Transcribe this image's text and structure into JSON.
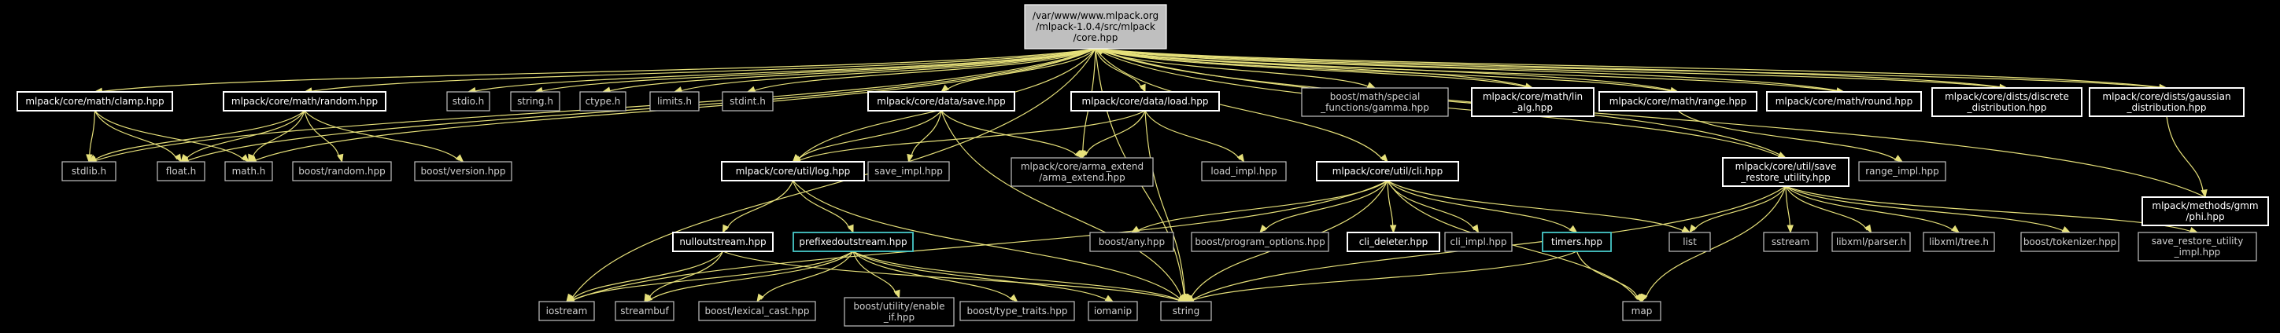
{
  "diagram": {
    "nodes": [
      {
        "id": "core",
        "lines": [
          "/var/www/www.mlpack.org",
          "/mlpack-1.0.4/src/mlpack",
          "/core.hpp"
        ],
        "style": "root"
      },
      {
        "id": "clamp",
        "lines": [
          "mlpack/core/math/clamp.hpp"
        ],
        "style": "strong"
      },
      {
        "id": "random",
        "lines": [
          "mlpack/core/math/random.hpp"
        ],
        "style": "strong"
      },
      {
        "id": "stdio",
        "lines": [
          "stdio.h"
        ],
        "style": "normal"
      },
      {
        "id": "string_h",
        "lines": [
          "string.h"
        ],
        "style": "normal"
      },
      {
        "id": "ctype",
        "lines": [
          "ctype.h"
        ],
        "style": "normal"
      },
      {
        "id": "limits",
        "lines": [
          "limits.h"
        ],
        "style": "normal"
      },
      {
        "id": "stdint",
        "lines": [
          "stdint.h"
        ],
        "style": "normal"
      },
      {
        "id": "save",
        "lines": [
          "mlpack/core/data/save.hpp"
        ],
        "style": "strong"
      },
      {
        "id": "load",
        "lines": [
          "mlpack/core/data/load.hpp"
        ],
        "style": "strong"
      },
      {
        "id": "gamma",
        "lines": [
          "boost/math/special",
          "_functions/gamma.hpp"
        ],
        "style": "normal"
      },
      {
        "id": "linalg",
        "lines": [
          "mlpack/core/math/lin",
          "_alg.hpp"
        ],
        "style": "strong"
      },
      {
        "id": "range",
        "lines": [
          "mlpack/core/math/range.hpp"
        ],
        "style": "strong"
      },
      {
        "id": "round",
        "lines": [
          "mlpack/core/math/round.hpp"
        ],
        "style": "strong"
      },
      {
        "id": "discrete",
        "lines": [
          "mlpack/core/dists/discrete",
          "_distribution.hpp"
        ],
        "style": "strong"
      },
      {
        "id": "gaussian",
        "lines": [
          "mlpack/core/dists/gaussian",
          "_distribution.hpp"
        ],
        "style": "strong"
      },
      {
        "id": "stdlib",
        "lines": [
          "stdlib.h"
        ],
        "style": "normal"
      },
      {
        "id": "float",
        "lines": [
          "float.h"
        ],
        "style": "normal"
      },
      {
        "id": "math",
        "lines": [
          "math.h"
        ],
        "style": "normal"
      },
      {
        "id": "brandom",
        "lines": [
          "boost/random.hpp"
        ],
        "style": "normal"
      },
      {
        "id": "bversion",
        "lines": [
          "boost/version.hpp"
        ],
        "style": "normal"
      },
      {
        "id": "log",
        "lines": [
          "mlpack/core/util/log.hpp"
        ],
        "style": "strong"
      },
      {
        "id": "saveimpl",
        "lines": [
          "save_impl.hpp"
        ],
        "style": "normal"
      },
      {
        "id": "armaext",
        "lines": [
          "mlpack/core/arma_extend",
          "/arma_extend.hpp"
        ],
        "style": "normal"
      },
      {
        "id": "loadimpl",
        "lines": [
          "load_impl.hpp"
        ],
        "style": "normal"
      },
      {
        "id": "cli",
        "lines": [
          "mlpack/core/util/cli.hpp"
        ],
        "style": "strong"
      },
      {
        "id": "saverestore",
        "lines": [
          "mlpack/core/util/save",
          "_restore_utility.hpp"
        ],
        "style": "strong"
      },
      {
        "id": "rangeimpl",
        "lines": [
          "range_impl.hpp"
        ],
        "style": "normal"
      },
      {
        "id": "phi",
        "lines": [
          "mlpack/methods/gmm",
          "/phi.hpp"
        ],
        "style": "strong"
      },
      {
        "id": "nullout",
        "lines": [
          "nulloutstream.hpp"
        ],
        "style": "strong"
      },
      {
        "id": "prefixed",
        "lines": [
          "prefixedoutstream.hpp"
        ],
        "style": "cyan"
      },
      {
        "id": "bany",
        "lines": [
          "boost/any.hpp"
        ],
        "style": "normal"
      },
      {
        "id": "bpo",
        "lines": [
          "boost/program_options.hpp"
        ],
        "style": "normal"
      },
      {
        "id": "clidel",
        "lines": [
          "cli_deleter.hpp"
        ],
        "style": "strong"
      },
      {
        "id": "cliimpl",
        "lines": [
          "cli_impl.hpp"
        ],
        "style": "normal"
      },
      {
        "id": "timers",
        "lines": [
          "timers.hpp"
        ],
        "style": "cyan"
      },
      {
        "id": "list",
        "lines": [
          "list"
        ],
        "style": "normal"
      },
      {
        "id": "sstream",
        "lines": [
          "sstream"
        ],
        "style": "normal"
      },
      {
        "id": "parser",
        "lines": [
          "libxml/parser.h"
        ],
        "style": "normal"
      },
      {
        "id": "tree",
        "lines": [
          "libxml/tree.h"
        ],
        "style": "normal"
      },
      {
        "id": "tokenizer",
        "lines": [
          "boost/tokenizer.hpp"
        ],
        "style": "normal"
      },
      {
        "id": "srimpl",
        "lines": [
          "save_restore_utility",
          "_impl.hpp"
        ],
        "style": "normal"
      },
      {
        "id": "iostream",
        "lines": [
          "iostream"
        ],
        "style": "normal"
      },
      {
        "id": "streambuf",
        "lines": [
          "streambuf"
        ],
        "style": "normal"
      },
      {
        "id": "lexcast",
        "lines": [
          "boost/lexical_cast.hpp"
        ],
        "style": "normal"
      },
      {
        "id": "enableif",
        "lines": [
          "boost/utility/enable",
          "_if.hpp"
        ],
        "style": "normal"
      },
      {
        "id": "typetraits",
        "lines": [
          "boost/type_traits.hpp"
        ],
        "style": "normal"
      },
      {
        "id": "iomanip",
        "lines": [
          "iomanip"
        ],
        "style": "normal"
      },
      {
        "id": "string",
        "lines": [
          "string"
        ],
        "style": "normal"
      },
      {
        "id": "map",
        "lines": [
          "map"
        ],
        "style": "normal"
      }
    ],
    "edges": [
      [
        "core",
        "clamp"
      ],
      [
        "core",
        "random"
      ],
      [
        "core",
        "stdio"
      ],
      [
        "core",
        "string_h"
      ],
      [
        "core",
        "ctype"
      ],
      [
        "core",
        "limits"
      ],
      [
        "core",
        "stdint"
      ],
      [
        "core",
        "save"
      ],
      [
        "core",
        "load"
      ],
      [
        "core",
        "gamma"
      ],
      [
        "core",
        "linalg"
      ],
      [
        "core",
        "range"
      ],
      [
        "core",
        "round"
      ],
      [
        "core",
        "discrete"
      ],
      [
        "core",
        "gaussian"
      ],
      [
        "core",
        "stdlib"
      ],
      [
        "core",
        "float"
      ],
      [
        "core",
        "math"
      ],
      [
        "core",
        "log"
      ],
      [
        "core",
        "armaext"
      ],
      [
        "core",
        "cli"
      ],
      [
        "core",
        "saverestore"
      ],
      [
        "core",
        "iostream"
      ],
      [
        "core",
        "string"
      ],
      [
        "clamp",
        "stdlib"
      ],
      [
        "clamp",
        "float"
      ],
      [
        "clamp",
        "math"
      ],
      [
        "random",
        "stdlib"
      ],
      [
        "random",
        "float"
      ],
      [
        "random",
        "math"
      ],
      [
        "random",
        "brandom"
      ],
      [
        "random",
        "bversion"
      ],
      [
        "save",
        "log"
      ],
      [
        "save",
        "saveimpl"
      ],
      [
        "save",
        "armaext"
      ],
      [
        "save",
        "string"
      ],
      [
        "load",
        "log"
      ],
      [
        "load",
        "armaext"
      ],
      [
        "load",
        "loadimpl"
      ],
      [
        "load",
        "string"
      ],
      [
        "linalg",
        "core"
      ],
      [
        "range",
        "core"
      ],
      [
        "range",
        "rangeimpl"
      ],
      [
        "round",
        "core"
      ],
      [
        "discrete",
        "core"
      ],
      [
        "gaussian",
        "core"
      ],
      [
        "gaussian",
        "phi"
      ],
      [
        "phi",
        "core"
      ],
      [
        "log",
        "nullout"
      ],
      [
        "log",
        "prefixed"
      ],
      [
        "log",
        "string"
      ],
      [
        "cli",
        "bany"
      ],
      [
        "cli",
        "bpo"
      ],
      [
        "cli",
        "clidel"
      ],
      [
        "cli",
        "cliimpl"
      ],
      [
        "cli",
        "timers"
      ],
      [
        "cli",
        "list"
      ],
      [
        "cli",
        "map"
      ],
      [
        "cli",
        "string"
      ],
      [
        "cli",
        "iostream"
      ],
      [
        "saverestore",
        "core"
      ],
      [
        "saverestore",
        "list"
      ],
      [
        "saverestore",
        "sstream"
      ],
      [
        "saverestore",
        "parser"
      ],
      [
        "saverestore",
        "tree"
      ],
      [
        "saverestore",
        "tokenizer"
      ],
      [
        "saverestore",
        "srimpl"
      ],
      [
        "saverestore",
        "string"
      ],
      [
        "saverestore",
        "map"
      ],
      [
        "nullout",
        "iostream"
      ],
      [
        "nullout",
        "streambuf"
      ],
      [
        "nullout",
        "string"
      ],
      [
        "prefixed",
        "iostream"
      ],
      [
        "prefixed",
        "streambuf"
      ],
      [
        "prefixed",
        "lexcast"
      ],
      [
        "prefixed",
        "enableif"
      ],
      [
        "prefixed",
        "typetraits"
      ],
      [
        "prefixed",
        "iomanip"
      ],
      [
        "prefixed",
        "string"
      ],
      [
        "timers",
        "map"
      ],
      [
        "timers",
        "string"
      ]
    ]
  }
}
